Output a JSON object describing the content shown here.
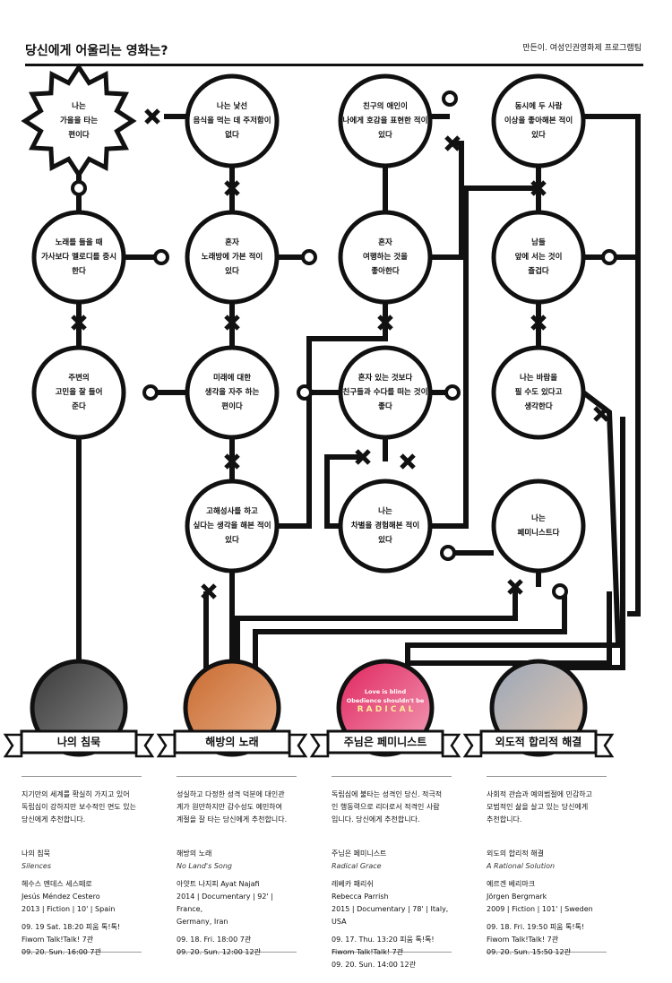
{
  "header": {
    "title": "당신에게 어울리는 영화는?",
    "credit": "만든이. 여성인권영화제 프로그램팀"
  },
  "nodes": [
    {
      "lines": [
        "나는",
        "가을을 타는",
        "편이다"
      ]
    },
    {
      "lines": [
        "나는 낯선",
        "음식을 먹는 데 주저함이",
        "없다"
      ]
    },
    {
      "lines": [
        "친구의 애인이",
        "나에게 호감을 표현한 적이",
        "있다"
      ]
    },
    {
      "lines": [
        "동시에 두 사람",
        "이상을 좋아해본 적이",
        "있다"
      ]
    },
    {
      "lines": [
        "노래를 들을 때",
        "가사보다 멜로디를 중시",
        "한다"
      ]
    },
    {
      "lines": [
        "혼자",
        "노래방에 가본 적이",
        "있다"
      ]
    },
    {
      "lines": [
        "혼자",
        "여행하는 것을",
        "좋아한다"
      ]
    },
    {
      "lines": [
        "남들",
        "앞에 서는 것이",
        "즐겁다"
      ]
    },
    {
      "lines": [
        "주변의",
        "고민을 잘 들어",
        "준다"
      ]
    },
    {
      "lines": [
        "미래에 대한",
        "생각을 자주 하는",
        "편이다"
      ]
    },
    {
      "lines": [
        "혼자 있는 것보다",
        "친구들과 수다를 떠는 것이",
        "좋다"
      ]
    },
    {
      "lines": [
        "나는 바람을",
        "필 수도 있다고",
        "생각한다"
      ]
    },
    {
      "lines": [
        "고해성사를 하고",
        "싶다는 생각을 해본 적이",
        "있다"
      ]
    },
    {
      "lines": [
        "나는",
        "차별을 경험해본 적이",
        "있다"
      ]
    },
    {
      "lines": [
        "나는",
        "페미니스트다"
      ]
    }
  ],
  "films": [
    {
      "banner": "나의 침묵",
      "desc": [
        "지기만의 세계를 확실히 가지고 있어",
        "독립심이 강하지만 보수적인 면도 있는",
        "당신에게 추천합니다."
      ],
      "title": "나의 침묵",
      "subtitle": "Silences",
      "director_ko": "헤수스 멘데스 세스떼로",
      "director_en": "Jesús Méndez Cestero",
      "meta": "2013 | Fiction | 10' | Spain",
      "screenings": [
        "09. 19 Sat. 18:20 피움 톡!톡!",
        "Fiwom Talk!Talk! 7관",
        "09. 20. Sun. 16:00 7관"
      ],
      "photo_colors": [
        "#3a3a3a",
        "#8a8a8a"
      ]
    },
    {
      "banner": "해방의 노래",
      "desc": [
        "성실하고 다정한 성격 덕분에 대인관",
        "계가 원만하지만 감수성도 예민하여",
        "계절을 잘 타는 당신에게 추천합니다."
      ],
      "title": "해방의 노래",
      "subtitle": "No Land's Song",
      "director_ko": "아얏트 나지피 Ayat Najafi",
      "director_en": "2014 | Documentary | 92' | France,",
      "meta": "Germany, Iran",
      "screenings": [
        "09. 18. Fri. 18:00 7관",
        "09. 20. Sun. 12:00 12관"
      ],
      "photo_colors": [
        "#c96a2f",
        "#e8b08a"
      ]
    },
    {
      "banner": "주님은 페미니스트",
      "desc": [
        "독립심에 불타는 성격인 당신. 적극적",
        "인 행동력으로 리더로서 적격인 사람",
        "입니다. 당신에게 추천합니다."
      ],
      "title": "주님은 페미니스트",
      "subtitle": "Radical Grace",
      "director_ko": "레베카 패리쉬",
      "director_en": "Rebecca Parrish",
      "meta": "2015 | Documentary | 78' | Italy, USA",
      "screenings": [
        "09. 17. Thu. 13:20 피움 톡!톡!",
        "Fiwom Talk!Talk! 7관",
        "09. 20. Sun. 14:00 12관"
      ],
      "photo_colors": [
        "#e0245e",
        "#f2a0b8"
      ],
      "photo_text": [
        "Love is blind",
        "Obedience shouldn't be",
        "R A D I C A L"
      ]
    },
    {
      "banner": "외도적 합리적 해결",
      "desc": [
        "사회적 관습과 예의범절에 민감하고",
        "모범적인 삶을 살고 있는 당신에게",
        "추천합니다."
      ],
      "title": "외도의 합리적 해결",
      "subtitle": "A Rational Solution",
      "director_ko": "예르겐 베리마크",
      "director_en": "Jörgen Bergmark",
      "meta": "2009 | Fiction | 101' | Sweden",
      "screenings": [
        "09. 18. Fri. 19:50 피움 톡!톡!",
        "Fiwom Talk!Talk! 7관",
        "09. 20. Sun. 15:50 12관"
      ],
      "photo_colors": [
        "#9aa6b8",
        "#e6c9b0"
      ]
    }
  ]
}
